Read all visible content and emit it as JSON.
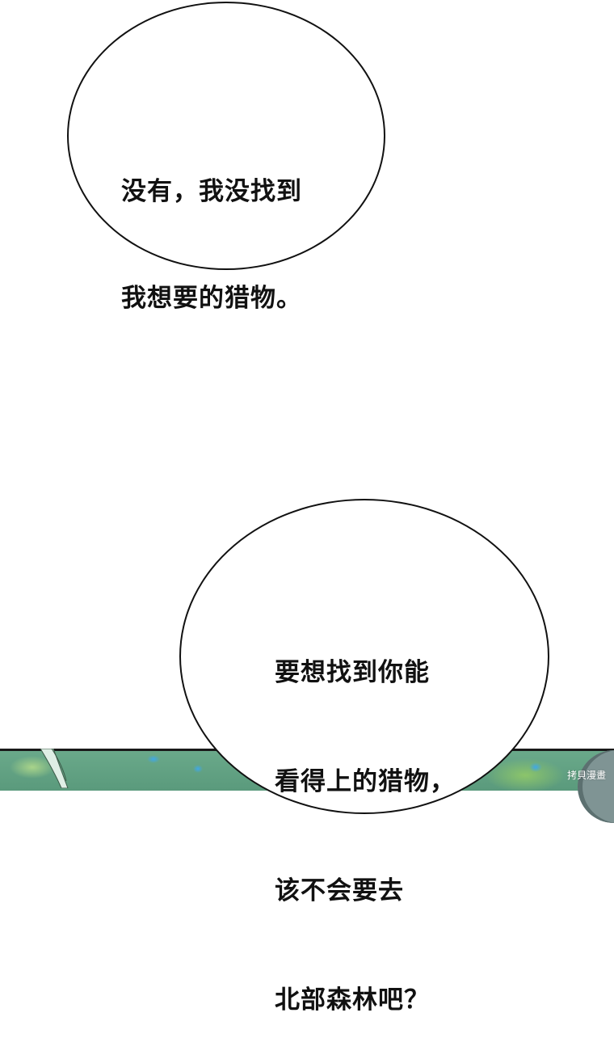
{
  "bubbles": [
    {
      "lines": [
        "没有，我没找到",
        "我想要的猎物。"
      ]
    },
    {
      "lines": [
        "要想找到你能",
        "看得上的猎物，",
        "该不会要去",
        "北部森林吧？"
      ]
    }
  ],
  "watermark": "拷貝漫畫",
  "colors": {
    "background": "#ffffff",
    "bubble_border": "#111111",
    "foliage": "#5a9a7c"
  }
}
